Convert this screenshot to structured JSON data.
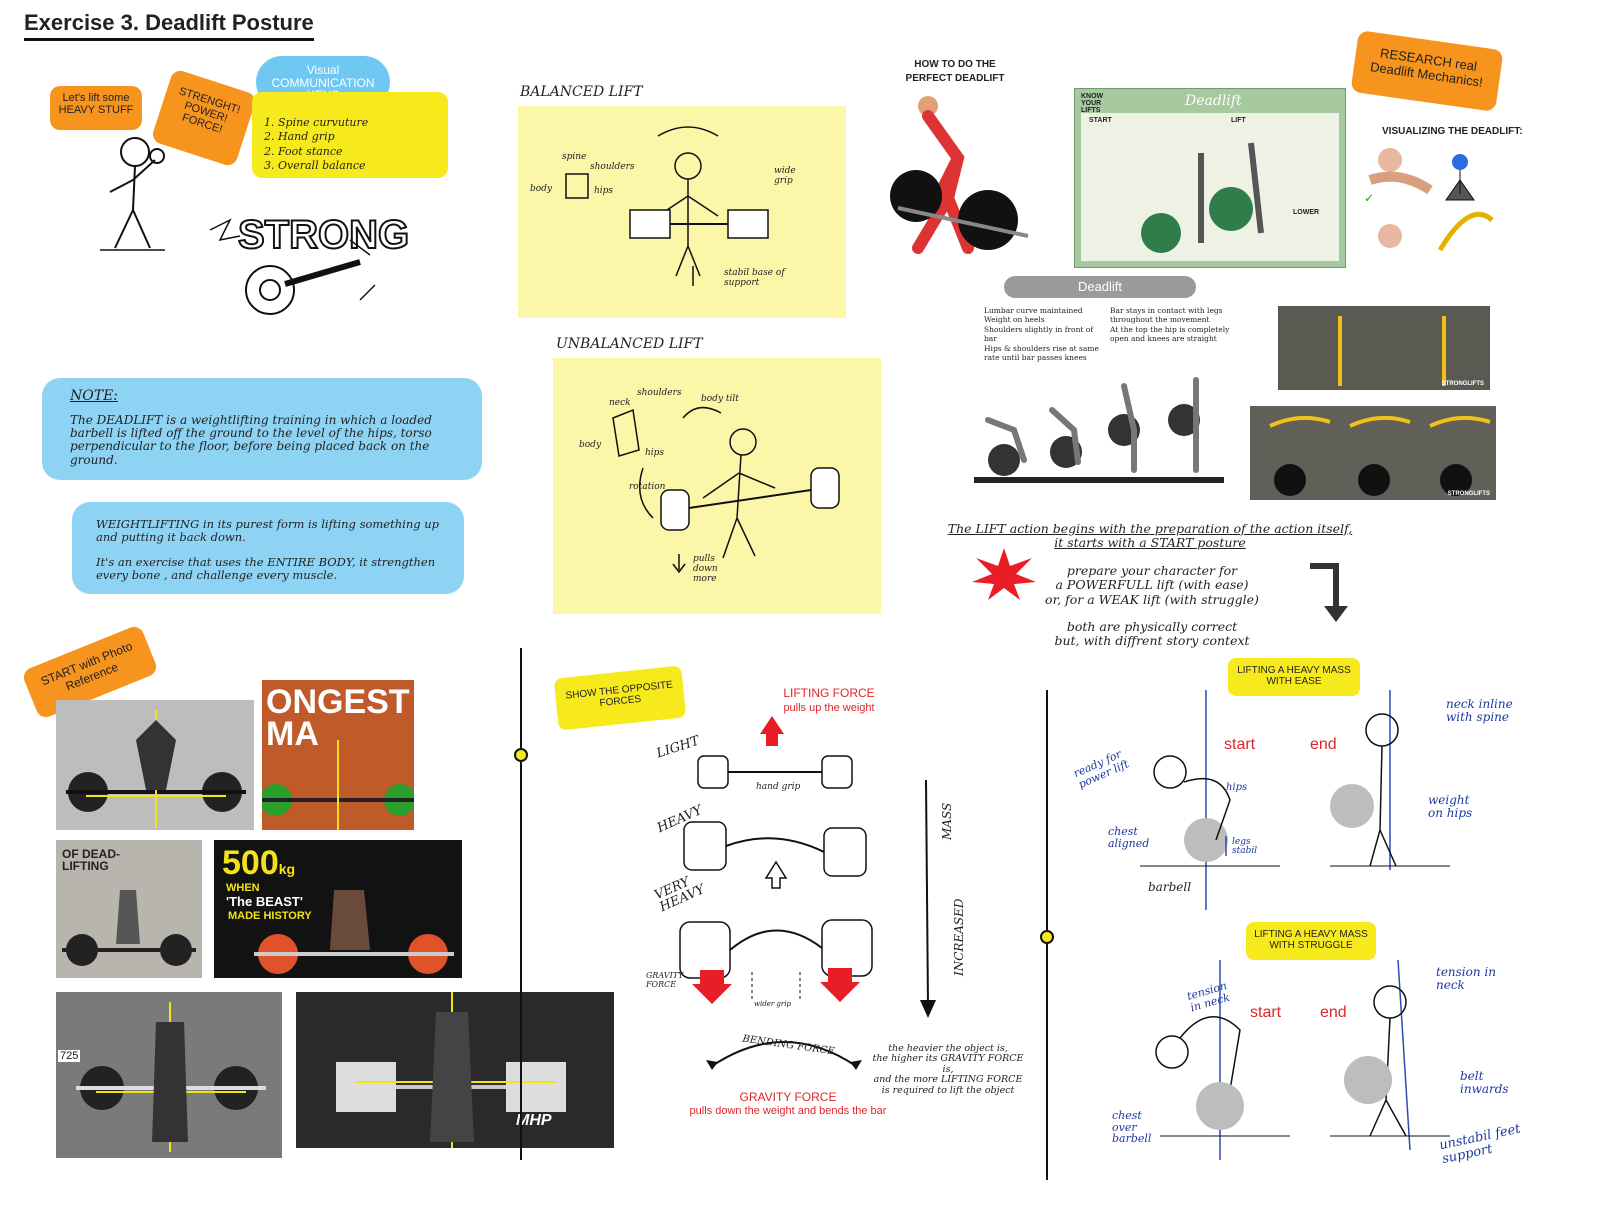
{
  "header": {
    "title": "Exercise 3. Deadlift Posture"
  },
  "top_left": {
    "bubble_lift": "Let's lift some HEAVY STUFF",
    "bubble_strength": "STRENGHT! POWER! FORCE!",
    "cloud_title": "Visual COMMUNICATION KEYS",
    "keys": [
      "1. Spine curvuture",
      "2. Hand grip",
      "2. Foot stance",
      "3. Overall balance"
    ],
    "strong_label": "STRONG"
  },
  "note": {
    "heading": "NOTE:",
    "text": "The DEADLIFT is a weightlifting training in which a loaded barbell is lifted off the ground to the level of the hips, torso perpendicular to the floor, before being placed back on the ground.",
    "text2a": "WEIGHTLIFTING in its purest form is lifting something up and putting it back down.",
    "text2b": "It's an exercise that uses the ENTIRE BODY, it strengthen every bone , and challenge every muscle."
  },
  "balanced": {
    "title": "BALANCED LIFT",
    "labels": [
      "body",
      "spine",
      "shoulders",
      "hips",
      "wide grip",
      "stabil base of support"
    ]
  },
  "unbalanced": {
    "title": "UNBALANCED LIFT",
    "labels": [
      "body",
      "neck",
      "shoulders",
      "hips",
      "body tilt",
      "rotation",
      "pulls down more"
    ]
  },
  "research": {
    "bubble": "RESEARCH real Deadlift Mechanics!",
    "how_to_title": "HOW TO DO THE PERFECT DEADLIFT",
    "know_lifts": "KNOW YOUR LIFTS",
    "deadlift_poster": "Deadlift",
    "poster_sections": [
      "START",
      "LIFT",
      "LOWER"
    ],
    "visualizing": "VISUALIZING THE DEADLIFT:",
    "deadlift_pill": "Deadlift",
    "steps": [
      "Lumbar curve maintained",
      "Weight on heels",
      "Shoulders slightly in front of bar",
      "Hips & shoulders rise at same rate until bar passes knees",
      "Bar stays in contact with legs throughout the movement",
      "At the top the hip is completely open and knees are straight"
    ],
    "stronglifts": "STRONGLIFTS"
  },
  "lift_action": {
    "line1": "The LIFT action begins with the preparation of the action itself,",
    "line2": "it starts with a START posture",
    "prep1": "prepare your character for",
    "prep2": "a POWERFULL lift (with ease)",
    "prep3": "or, for a WEAK lift (with struggle)",
    "both1": "both are physically correct",
    "both2": "but, with diffrent story context"
  },
  "photo_ref": {
    "bubble": "START with Photo Reference",
    "poster_text1": "ONGEST MA",
    "poster_text2": "OF DEAD-LIFTING",
    "kg_num": "500",
    "kg_unit": "kg",
    "kg_line1": "WHEN",
    "kg_line2": "'The BEAST'",
    "kg_line3": "MADE HISTORY",
    "scoreboard": "725",
    "mhp": "MHP"
  },
  "forces": {
    "tag": "SHOW THE OPPOSITE FORCES",
    "lifting_force": "LIFTING FORCE",
    "lifting_sub": "pulls up the weight",
    "light": "LIGHT",
    "hand_grip": "hand grip",
    "heavy": "HEAVY",
    "very_heavy": "VERY HEAVY",
    "gravity_small": "GRAVITY FORCE",
    "wider_grip": "wider grip",
    "bending": "BENDING FORCE",
    "gravity_force": "GRAVITY FORCE",
    "gravity_sub": "pulls down the weight and bends the bar",
    "mass": "MASS",
    "increased": "INCREASED",
    "heavier1": "the heavier the object is,",
    "heavier2": "the higher its GRAVITY FORCE is,",
    "heavier3": "and the more LIFTING FORCE",
    "heavier4": "is required to lift the object"
  },
  "ease": {
    "tag": "LIFTING A HEAVY MASS WITH EASE",
    "start": "start",
    "end": "end",
    "ready": "ready for power lift",
    "hips": "hips",
    "chest": "chest aligned",
    "legs": "legs stabil",
    "barbell": "barbell",
    "neck": "neck inline with spine",
    "weight": "weight on hips"
  },
  "struggle": {
    "tag": "LIFTING A HEAVY MASS WITH STRUGGLE",
    "start": "start",
    "end": "end",
    "tension_neck": "tension in neck",
    "chest_over": "chest over barbell",
    "tension_neck2": "tension in neck",
    "belt": "belt inwards",
    "unstabil": "unstabil feet support"
  }
}
